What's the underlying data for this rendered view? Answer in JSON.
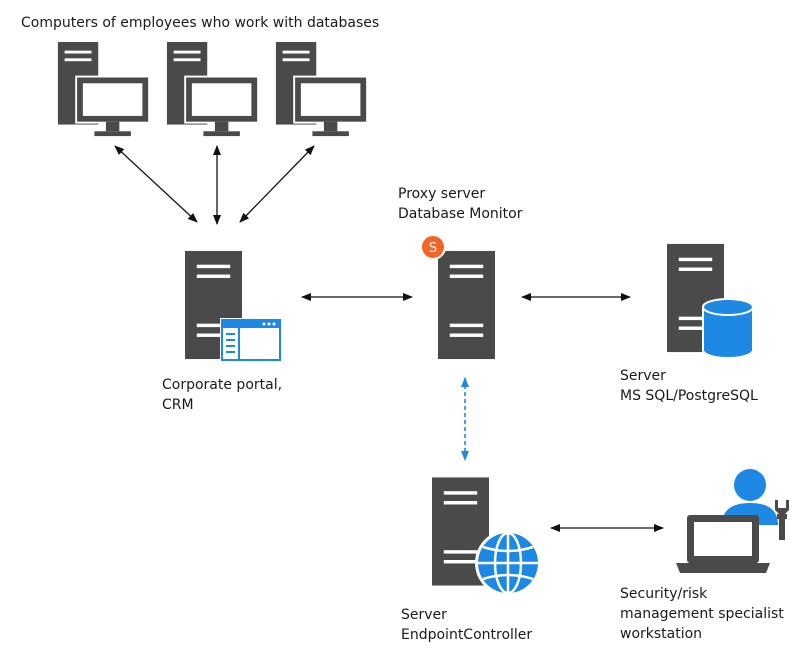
{
  "header": {
    "title": "Computers of employees who work with databases"
  },
  "nodes": {
    "proxy": {
      "line1": "Proxy server",
      "line2": "Database Monitor",
      "badge": "S"
    },
    "portal": {
      "line1": "Corporate portal,",
      "line2": "CRM"
    },
    "db_server": {
      "line1": "Server",
      "line2": "MS SQL/PostgreSQL"
    },
    "endpoint": {
      "line1": "Server",
      "line2": "EndpointController"
    },
    "specialist": {
      "line1": "Security/risk",
      "line2": "management specialist",
      "line3": "workstation"
    }
  },
  "colors": {
    "device_dark": "#4a4a4a",
    "accent_blue": "#1e88e5",
    "badge_orange": "#f26522",
    "arrow_black": "#111111"
  },
  "icons": {
    "workstation": "desktop-computer-icon",
    "server": "server-tower-icon",
    "database": "database-cylinder-icon",
    "browser": "browser-window-icon",
    "globe": "globe-icon",
    "badge": "s-badge-icon",
    "user": "user-icon",
    "laptop": "laptop-icon",
    "wrench": "wrench-icon"
  }
}
